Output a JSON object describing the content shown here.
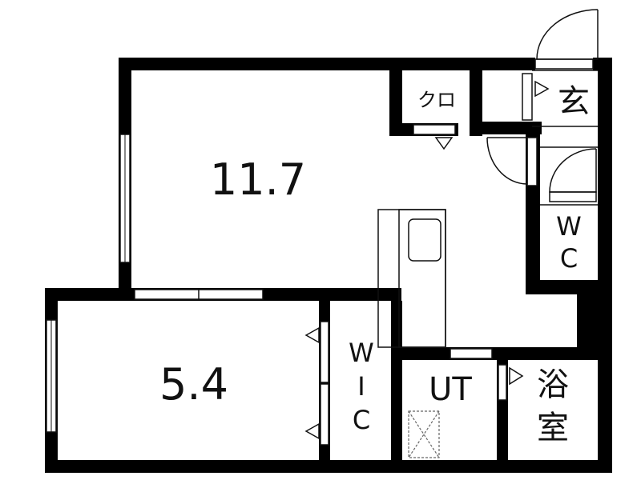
{
  "rooms": {
    "main_room": "11.7",
    "bedroom": "5.4",
    "closet": "クロ",
    "entrance": "玄",
    "toilet": {
      "line1": "W",
      "line2": "C"
    },
    "walk_in_closet": {
      "line1": "W",
      "line2": "I",
      "line3": "C"
    },
    "utility": "UT",
    "bath": {
      "line1": "浴",
      "line2": "室"
    }
  },
  "colors": {
    "wall": "#000000",
    "background": "#ffffff",
    "line": "#111111",
    "washer_mark": "#666666"
  }
}
